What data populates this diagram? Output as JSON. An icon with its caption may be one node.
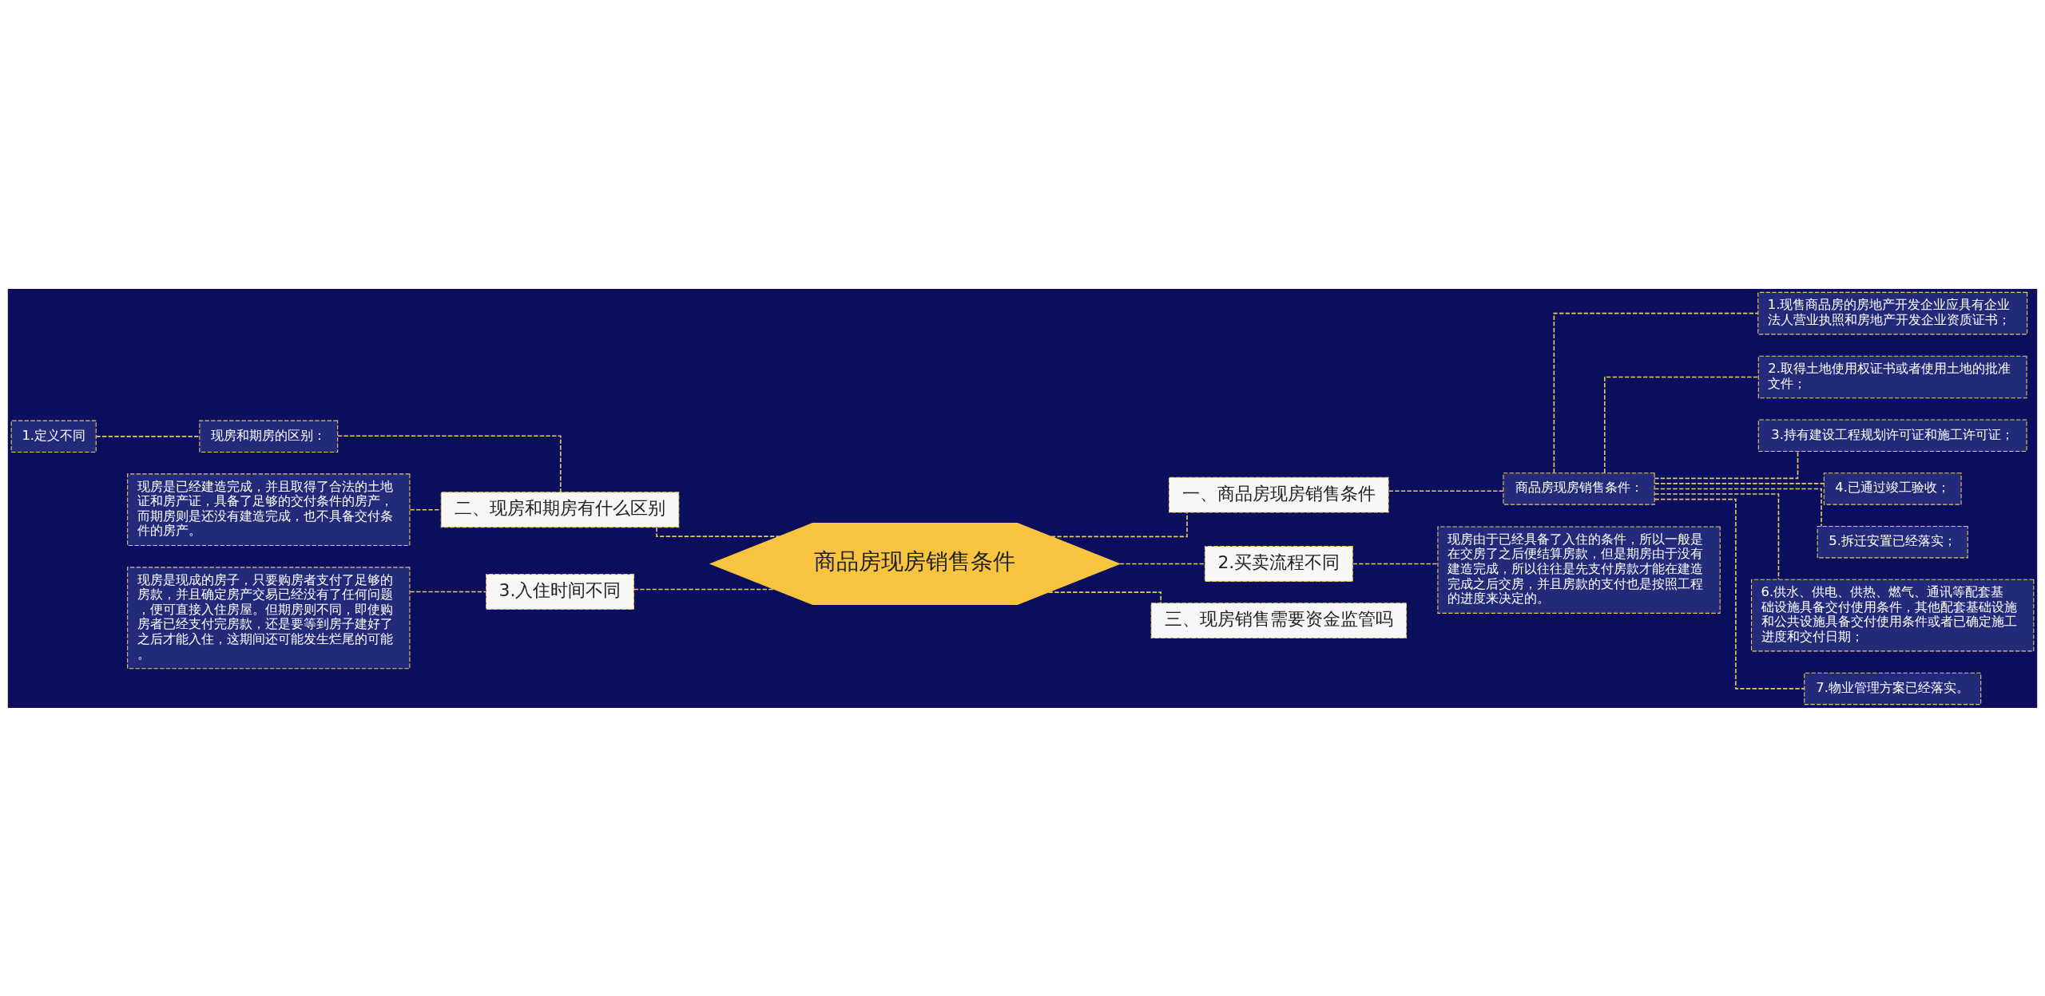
{
  "diagram": {
    "nodes": [
      {
        "text": [
          "商品房现房销售条件"
        ]
      },
      {
        "text": [
          "一、商品房现房销售条件"
        ]
      },
      {
        "text": [
          "商品房现房销售条件："
        ]
      },
      {
        "text": [
          "1.现售商品房的房地产开发企业应具有企业法人营业执照和房地产开发企业资质证书；"
        ]
      },
      {
        "text": [
          "2.取得土地使用权证书或者使用土地的批准文件；"
        ]
      },
      {
        "text": [
          "3.持有建设工程规划许可证和施工许可证；"
        ]
      },
      {
        "text": [
          "4.已通过竣工验收；"
        ]
      },
      {
        "text": [
          "5.拆迁安置已经落实；"
        ]
      },
      {
        "text": [
          "6.供水、供电、供热、燃气、通讯等配套基础设施具备交付使用条件，其他配套基础设施和公共设施具备交付使用条件或者已确定施工进度和交付日期；"
        ]
      },
      {
        "text": [
          "7.物业管理方案已经落实。"
        ]
      },
      {
        "text": [
          "2.买卖流程不同"
        ]
      },
      {
        "text": [
          "现房由于已经具备了入住的条件，所以一般是在交房了之后便结算房款，但是期房由于没有建造完成，所以往往是先支付房款才能在建造完成之后交房，并且房款的支付也是按照工程的进度来决定的。"
        ]
      },
      {
        "text": [
          "三、现房销售需要资金监管吗"
        ]
      },
      {
        "text": [
          "二、现房和期房有什么区别"
        ]
      },
      {
        "text": [
          "现房和期房的区别："
        ]
      },
      {
        "text": [
          "1.定义不同"
        ]
      },
      {
        "text": [
          "现房是已经建造完成，并且取得了合法的土地证和房产证，具备了足够的交付条件的房产，而期房则是还没有建造完成，也不具备交付条件的房产。"
        ]
      },
      {
        "text": [
          "3.入住时间不同"
        ]
      },
      {
        "text": [
          "现房是现成的房子，只要购房者支付了足够的房款，并且确定房产交易已经没有了任何问题，便可直接入住房屋。但期房则不同，即使购房者已经支付完房款，还是要等到房子建好了之后才能入住，这期间还可能发生烂尾的可能。"
        ]
      }
    ],
    "edges": [
      {
        "from": 0,
        "to": 1,
        "arrow": "none",
        "style": "dashed"
      },
      {
        "from": 1,
        "to": 2,
        "arrow": "none",
        "style": "dashed"
      },
      {
        "from": 2,
        "to": 3,
        "arrow": "none",
        "style": "dashed"
      },
      {
        "from": 2,
        "to": 4,
        "arrow": "none",
        "style": "dashed"
      },
      {
        "from": 2,
        "to": 5,
        "arrow": "none",
        "style": "dashed"
      },
      {
        "from": 2,
        "to": 6,
        "arrow": "none",
        "style": "dashed"
      },
      {
        "from": 2,
        "to": 7,
        "arrow": "none",
        "style": "dashed"
      },
      {
        "from": 2,
        "to": 8,
        "arrow": "none",
        "style": "dashed"
      },
      {
        "from": 2,
        "to": 9,
        "arrow": "none",
        "style": "dashed"
      },
      {
        "from": 0,
        "to": 10,
        "arrow": "none",
        "style": "dashed"
      },
      {
        "from": 10,
        "to": 11,
        "arrow": "none",
        "style": "dashed"
      },
      {
        "from": 0,
        "to": 12,
        "arrow": "none",
        "style": "dashed"
      },
      {
        "from": 0,
        "to": 13,
        "arrow": "none",
        "style": "dashed"
      },
      {
        "from": 13,
        "to": 14,
        "arrow": "none",
        "style": "dashed"
      },
      {
        "from": 14,
        "to": 15,
        "arrow": "none",
        "style": "dashed"
      },
      {
        "from": 13,
        "to": 16,
        "arrow": "none",
        "style": "dashed"
      },
      {
        "from": 0,
        "to": 17,
        "arrow": "none",
        "style": "dashed"
      },
      {
        "from": 17,
        "to": 18,
        "arrow": "none",
        "style": "dashed"
      }
    ]
  }
}
